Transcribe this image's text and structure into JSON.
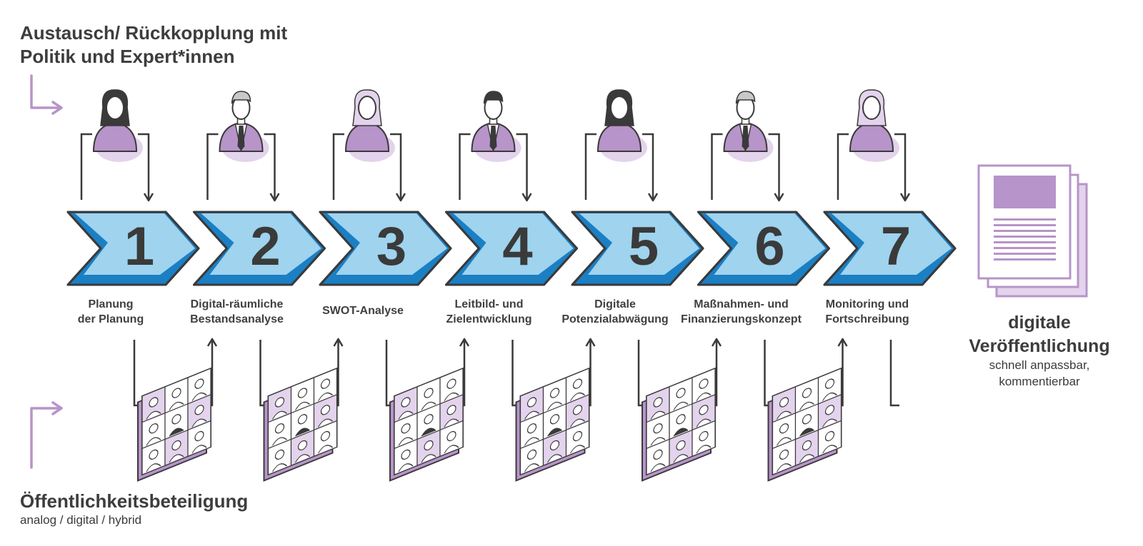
{
  "top_section": {
    "title_lines": [
      "Austausch/ Rückkopplung mit",
      "Politik und Expert*innen"
    ]
  },
  "bottom_section": {
    "title": "Öffentlichkeitsbeteiligung",
    "subtitle": "analog / digital / hybrid"
  },
  "steps": [
    {
      "number": "1",
      "label_lines": [
        "Planung",
        "der Planung"
      ]
    },
    {
      "number": "2",
      "label_lines": [
        "Digital-räumliche",
        "Bestandsanalyse"
      ]
    },
    {
      "number": "3",
      "label_lines": [
        "SWOT-Analyse"
      ]
    },
    {
      "number": "4",
      "label_lines": [
        "Leitbild- und",
        "Zielentwicklung"
      ]
    },
    {
      "number": "5",
      "label_lines": [
        "Digitale",
        "Potenzialabwägung"
      ]
    },
    {
      "number": "6",
      "label_lines": [
        "Maßnahmen- und",
        "Finanzierungskonzept"
      ]
    },
    {
      "number": "7",
      "label_lines": [
        "Monitoring und",
        "Fortschreibung"
      ]
    }
  ],
  "publication": {
    "title_lines": [
      "digitale",
      "Veröffentlichung"
    ],
    "subtitle_lines": [
      "schnell anpassbar,",
      "kommentierbar"
    ]
  },
  "expert_icons": [
    "woman-expert-icon",
    "man-expert-icon",
    "woman-expert-icon",
    "man-expert-icon",
    "woman-expert-icon",
    "man-expert-icon",
    "woman-expert-icon"
  ],
  "colors": {
    "arrow_fill": "#9fd3ee",
    "arrow_shadow": "#1b7fc4",
    "outline": "#3a3a3a",
    "accent_purple": "#b794c9",
    "light_purple": "#e3d3ec",
    "text": "#3d3d3d"
  }
}
